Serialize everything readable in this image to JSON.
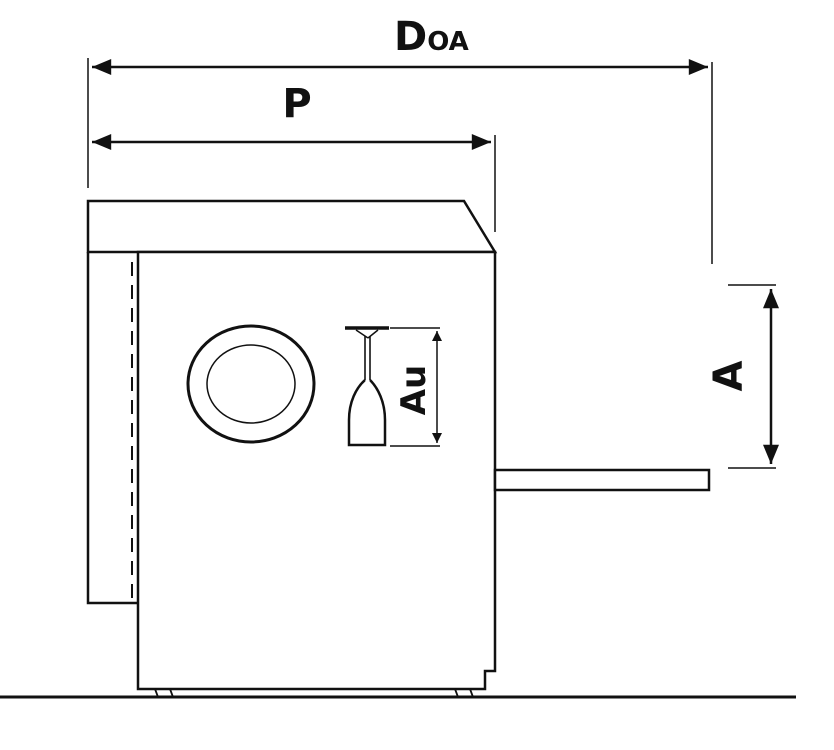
{
  "labels": {
    "doa_main": "D",
    "doa_sub": "OA",
    "p": "P",
    "a": "A",
    "au": "Au"
  },
  "colors": {
    "line": "#111111",
    "background": "#ffffff",
    "label": "#111111"
  }
}
